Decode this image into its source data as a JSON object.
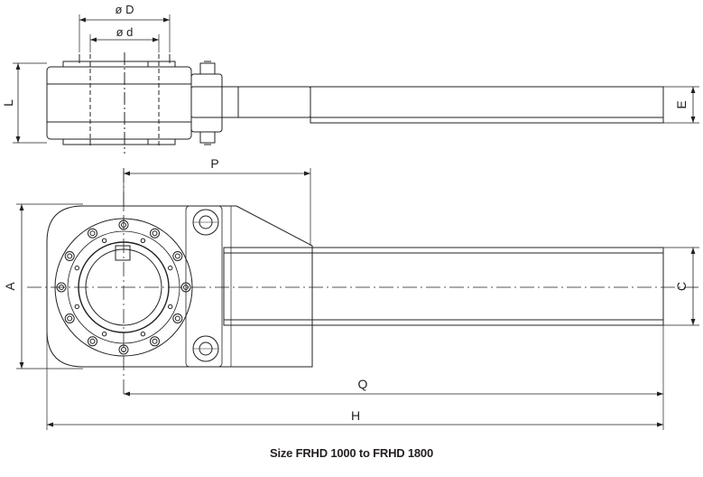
{
  "labels": {
    "outer_diameter": "ø D",
    "inner_diameter": "ø d",
    "length_l": "L",
    "dim_e": "E",
    "dim_p": "P",
    "dim_a": "A",
    "dim_c": "C",
    "dim_q": "Q",
    "dim_h": "H"
  },
  "caption": "Size FRHD 1000 to FRHD 1800",
  "colors": {
    "line": "#231f20",
    "background": "#ffffff"
  }
}
